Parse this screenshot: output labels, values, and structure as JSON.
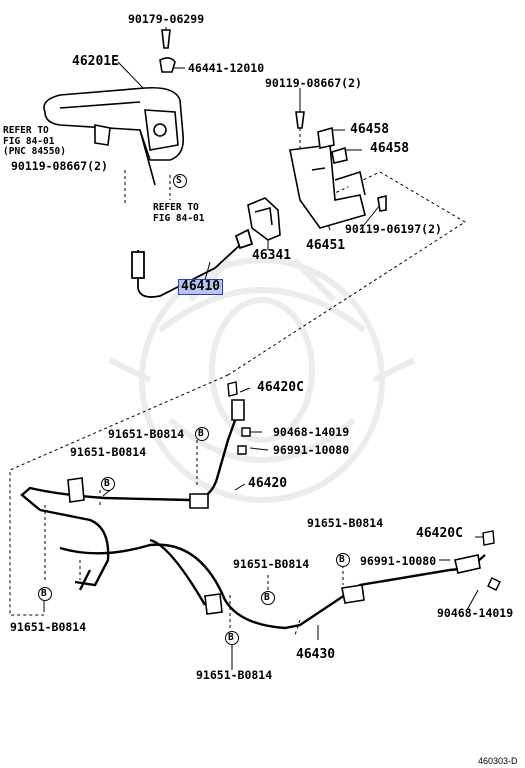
{
  "diagram": {
    "parts": {
      "p90179": "90179-06299",
      "p46201E": "46201E",
      "p46441": "46441-12010",
      "p90119a": "90119-08667(2)",
      "p46458a": "46458",
      "p46458b": "46458",
      "p90119b": "90119-08667(2)",
      "p46451": "46451",
      "p90119c": "90119-06197(2)",
      "p46341": "46341",
      "p46410": "46410",
      "p46420C_top": "46420C",
      "p90468_top": "90468-14019",
      "p96991_top": "96991-10080",
      "p46420": "46420",
      "p91651_a": "91651-B0814",
      "p91651_b": "91651-B0814",
      "p91651_c": "91651-B0814",
      "p91651_d": "91651-B0814",
      "p91651_e": "91651-B0814",
      "p91651_f": "91651-B0814",
      "p46420C_bot": "46420C",
      "p96991_bot": "96991-10080",
      "p90468_bot": "90468-14019",
      "p46430": "46430"
    },
    "refs": {
      "refer_a_line1": "REFER TO",
      "refer_a_line2": "FIG 84-01",
      "refer_a_line3": "(PNC 84550)",
      "refer_b_line1": "REFER TO",
      "refer_b_line2": "FIG 84-01"
    },
    "callouts": {
      "B": "B",
      "S": "S"
    },
    "footer": {
      "code": "460303-D"
    },
    "colors": {
      "highlight_fill": "#b9c3ee",
      "highlight_border": "#2a3dbb",
      "ink": "#000000",
      "watermark": "#efefef"
    }
  }
}
